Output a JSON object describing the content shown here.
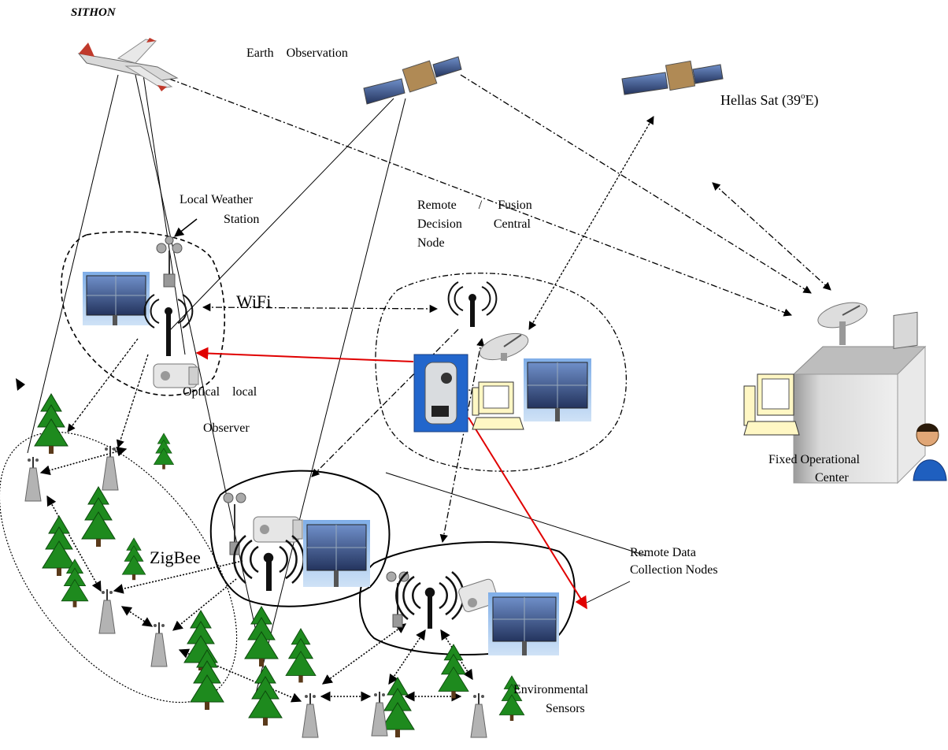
{
  "title": "SITHON",
  "labels": {
    "earth_observation": "Earth    Observation",
    "hellas_sat": "Hellas Sat (39",
    "hellas_sat_deg": "o",
    "hellas_sat_end": "E)",
    "local_weather_1": "Local Weather",
    "local_weather_2": "Station",
    "remote_fusion_1": "Remote       /     Fusion",
    "remote_fusion_2": "Decision          Central",
    "remote_fusion_3": "Node",
    "wifi": "WiFi",
    "optical_1": "Optical    local",
    "optical_2": "Observer",
    "zigbee": "ZigBee",
    "fixed_center_1": "Fixed Operational",
    "fixed_center_2": "Center",
    "remote_data_1": "Remote Data",
    "remote_data_2": "Collection Nodes",
    "env_sensors_1": "Environmental",
    "env_sensors_2": "Sensors"
  },
  "colors": {
    "link": "#000000",
    "red_link": "#e00000",
    "tree": "#1e8a1e",
    "solar_panel": "#2c3d6b",
    "camera_bg": "#2266cc"
  }
}
